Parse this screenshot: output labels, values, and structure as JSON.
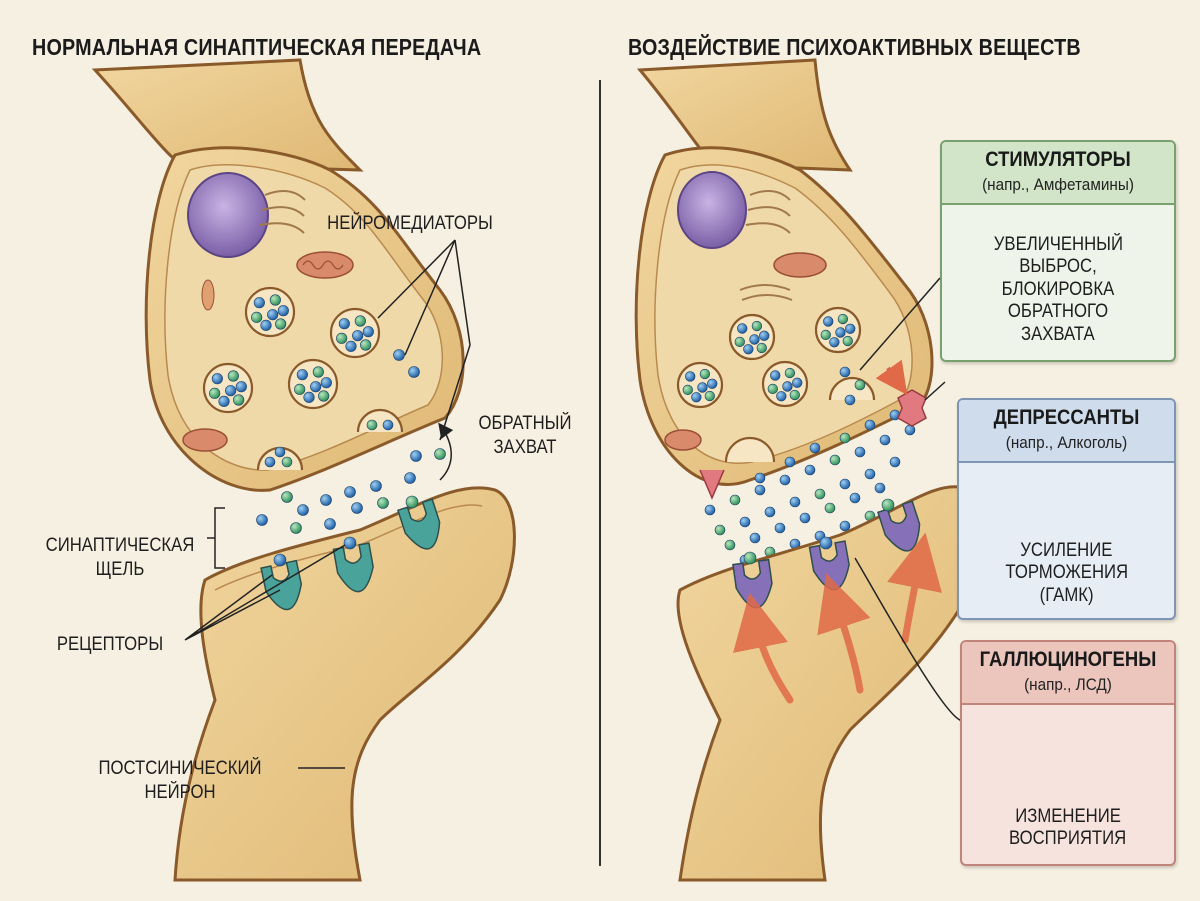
{
  "left_title": "НОРМАЛЬНАЯ СИНАПТИЧЕСКАЯ ПЕРЕДАЧА",
  "right_title": "ВОЗДЕЙСТВИЕ ПСИХОАКТИВНЫХ ВЕЩЕСТВ",
  "labels": {
    "neurotransmitters": "НЕЙРОМЕДИАТОРЫ",
    "reuptake_1": "ОБРАТНЫЙ",
    "reuptake_2": "ЗАХВАТ",
    "cleft_1": "СИНАПТИЧЕСКАЯ",
    "cleft_2": "ЩЕЛЬ",
    "receptors": "РЕЦЕПТОРЫ",
    "postsyn_1": "ПОСТСИНИЧЕСКИЙ",
    "postsyn_2": "НЕЙРОН"
  },
  "stimulants": {
    "title": "СТИМУЛЯТОРЫ",
    "example": "(напр., Амфетамины)",
    "effect": [
      "УВЕЛИЧЕННЫЙ",
      "ВЫБРОС,",
      "БЛОКИРОВКА",
      "ОБРАТНОГО",
      "ЗАХВАТА"
    ]
  },
  "depressants": {
    "title": "ДЕПРЕССАНТЫ",
    "example": "(напр., Алкоголь)",
    "effect": [
      "УСИЛЕНИЕ",
      "ТОРМОЖЕНИЯ",
      "(ГАМК)"
    ]
  },
  "hallucinogens": {
    "title": "ГАЛЛЮЦИНОГЕНЫ",
    "example": "(напр., ЛСД)",
    "effect": [
      "ИЗМЕНЕНИЕ",
      "ВОСПРИЯТИЯ"
    ]
  },
  "colors": {
    "background": "#f6f0e2",
    "neuron_fill": "#e9c98c",
    "neuron_outline": "#8a5a2a",
    "receptor_normal": "#4aa39a",
    "receptor_drug": "#8670b8",
    "stimulant_box": "#dbe9d2",
    "depressant_box": "#d6e2ef",
    "hallucinogen_box": "#f0d2cc",
    "arrow": "#e06a48"
  }
}
